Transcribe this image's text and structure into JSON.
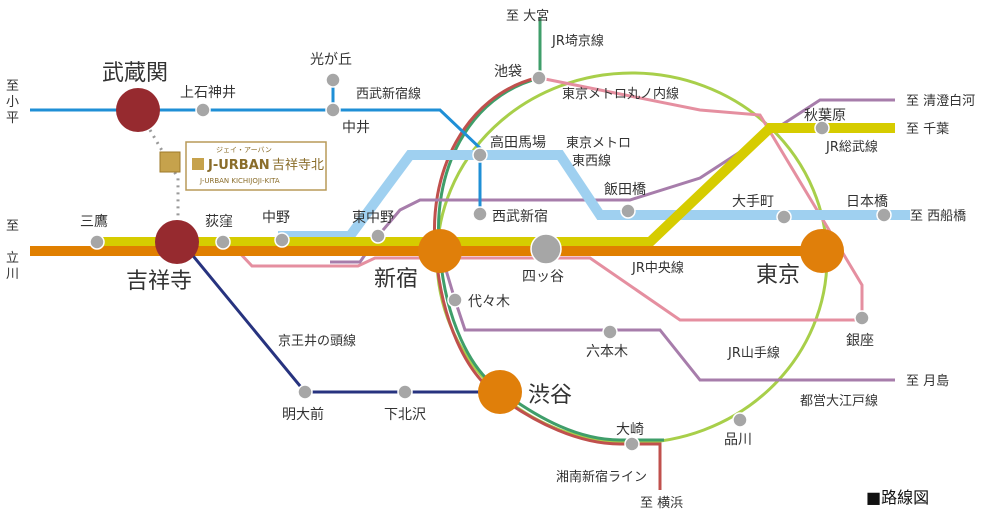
{
  "colors": {
    "chuo": "#e07f00",
    "sobu": "#d6cc00",
    "yamanote": "#a8cf4a",
    "saikyo": "#3f9e6a",
    "shonan": "#c0504d",
    "tozai": "#9fd0f0",
    "marunouchi": "#e58fa0",
    "oedo": "#a77dab",
    "seibu": "#1f8fd6",
    "inokashira": "#27337f",
    "major_dark": "#962a2f",
    "major_orange": "#e07f0a",
    "minor": "#a6a6a6"
  },
  "stations": {
    "musashiseki": "武蔵関",
    "kichijoji": "吉祥寺",
    "kamishakujii": "上石神井",
    "hikarigaoka": "光が丘",
    "nakai": "中井",
    "mitaka": "三鷹",
    "ogikubo": "荻窪",
    "nakano": "中野",
    "higashinakano": "東中野",
    "shinjuku": "新宿",
    "takadanobaba": "高田馬場",
    "ikebukuro": "池袋",
    "seibushinjuku": "西武新宿",
    "iidabashi": "飯田橋",
    "yotsuya": "四ッ谷",
    "otemachi": "大手町",
    "nihonbashi": "日本橋",
    "akihabara": "秋葉原",
    "tokyo": "東京",
    "ginza": "銀座",
    "yoyogi": "代々木",
    "roppongi": "六本木",
    "shibuya": "渋谷",
    "meidaimae": "明大前",
    "shimokitazawa": "下北沢",
    "osaki": "大崎",
    "shinagawa": "品川"
  },
  "destinations": {
    "omiya": "至 大宮",
    "kodaira_a": "至",
    "kodaira_b": "小",
    "kodaira_c": "平",
    "tachikawa_a": "至",
    "tachikawa_b": "立",
    "tachikawa_c": "川",
    "kiyosumi": "至 清澄白河",
    "chiba": "至 千葉",
    "nishifunabashi": "至 西船橋",
    "tsukishima": "至 月島",
    "yokohama": "至 横浜"
  },
  "line_names": {
    "saikyo": "JR埼京線",
    "seibu_shinjuku": "西武新宿線",
    "marunouchi": "東京メトロ丸ノ内線",
    "tozai_1": "東京メトロ",
    "tozai_2": "東西線",
    "sobu": "JR総武線",
    "chuo": "JR中央線",
    "inokashira": "京王井の頭線",
    "yamanote": "JR山手線",
    "oedo": "都営大江戸線",
    "shonan_shinjuku": "湘南新宿ライン"
  },
  "property": {
    "ruby": "ジェイ・アーバン",
    "name": "J-URBAN",
    "name_jp": "吉祥寺北",
    "name_en": "J-URBAN KICHIJOJI-KITA"
  },
  "legend": "■路線図"
}
